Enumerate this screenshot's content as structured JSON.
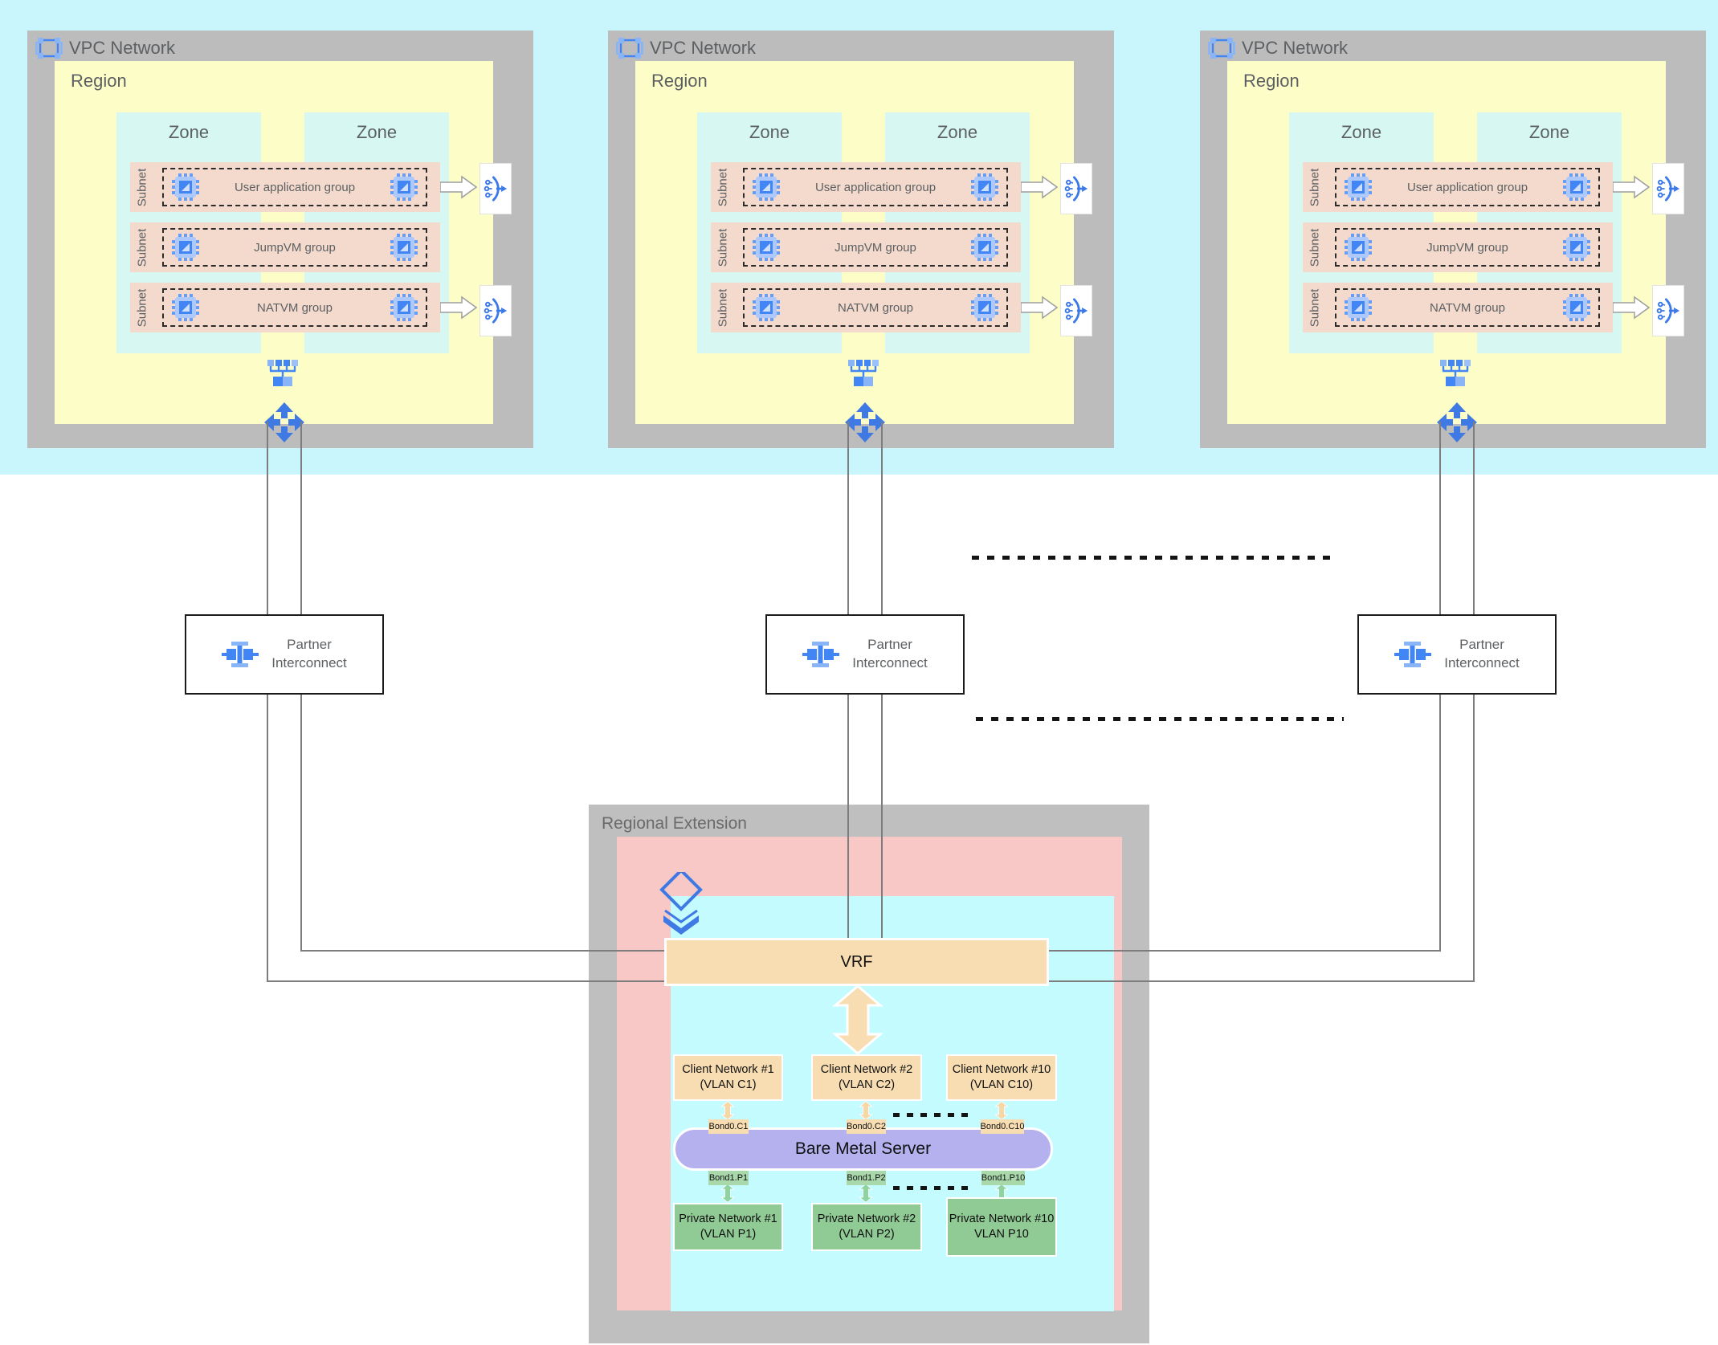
{
  "vpcs": [
    {
      "title": "VPC Network",
      "region_label": "Region",
      "zone_labels": [
        "Zone",
        "Zone"
      ],
      "subnet_label": "Subnet",
      "groups": [
        {
          "label": "User application group"
        },
        {
          "label": "JumpVM group"
        },
        {
          "label": "NATVM group"
        }
      ]
    },
    {
      "title": "VPC Network",
      "region_label": "Region",
      "zone_labels": [
        "Zone",
        "Zone"
      ],
      "subnet_label": "Subnet",
      "groups": [
        {
          "label": "User application group"
        },
        {
          "label": "JumpVM group"
        },
        {
          "label": "NATVM group"
        }
      ]
    },
    {
      "title": "VPC Network",
      "region_label": "Region",
      "zone_labels": [
        "Zone",
        "Zone"
      ],
      "subnet_label": "Subnet",
      "groups": [
        {
          "label": "User application group"
        },
        {
          "label": "JumpVM group"
        },
        {
          "label": "NATVM group"
        }
      ]
    }
  ],
  "partner_interconnects": [
    {
      "line1": "Partner",
      "line2": "Interconnect"
    },
    {
      "line1": "Partner",
      "line2": "Interconnect"
    },
    {
      "line1": "Partner",
      "line2": "Interconnect"
    }
  ],
  "regional_extension": {
    "title": "Regional Extension",
    "vrf_label": "VRF",
    "client_networks": [
      {
        "name": "Client Network #1",
        "vlan": "(VLAN C1)"
      },
      {
        "name": "Client Network #2",
        "vlan": "(VLAN C2)"
      },
      {
        "name": "Client Network #10",
        "vlan": "(VLAN C10)"
      }
    ],
    "bond0_labels": [
      "Bond0.C1",
      "Bond0.C2",
      "Bond0.C10"
    ],
    "server_label": "Bare Metal Server",
    "bond1_labels": [
      "Bond1.P1",
      "Bond1.P2",
      "Bond1.P10"
    ],
    "private_networks": [
      {
        "name": "Private Network #1",
        "vlan": "(VLAN P1)"
      },
      {
        "name": "Private Network #2",
        "vlan": "(VLAN P2)"
      },
      {
        "name": "Private Network #10",
        "vlan": "VLAN P10"
      }
    ]
  },
  "icons": {
    "vpc": "vpc-icon",
    "vm": "compute-engine-icon",
    "load_balancer": "load-balancer-icon",
    "network_tree": "network-switch-icon",
    "router": "cloud-router-icon",
    "partner_interconnect": "partner-interconnect-icon",
    "layers": "layers-icon",
    "flow_arrow": "block-arrow-icon",
    "double_arrow": "double-arrow-icon"
  },
  "colors": {
    "band_cyan": "#c9f6fd",
    "zone_cyan": "#d7f8f2",
    "re_cyan": "#c3fbfe",
    "region_yellow": "#fdfdc8",
    "subnet_pink": "#f4dacd",
    "re_pink": "#f7c8c5",
    "frame_gray": "#bcbcbc",
    "line_gray": "#7d7d7d",
    "text_gray": "#5c6063",
    "blue": "#4285f4",
    "blue_light": "#8ab4f8",
    "tan": "#f8ddb2",
    "server_purple": "#b4b1ee",
    "network_green": "#90ca94",
    "bond_green": "#a9d8ab"
  }
}
